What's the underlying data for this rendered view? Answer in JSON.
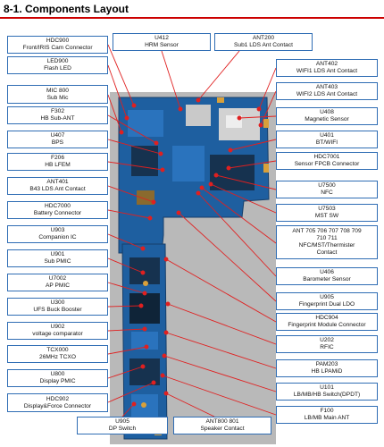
{
  "title": "8-1. Components Layout",
  "colors": {
    "title_rule": "#cc0000",
    "box_border": "#2f6db4",
    "leader_line": "#e02020",
    "pcb": "#1e5fa0",
    "photo_bg": "#b9b9b9"
  },
  "left_labels": [
    {
      "line1": "HDC900",
      "line2": "Front/IRIS Cam Connector"
    },
    {
      "line1": "LED900",
      "line2": "Flash LED"
    },
    {
      "line1": "MIC 800",
      "line2": "Sub Mic"
    },
    {
      "line1": "F302",
      "line2": "HB Sub-ANT"
    },
    {
      "line1": "U407",
      "line2": "BPS"
    },
    {
      "line1": "F206",
      "line2": "HB LFEM"
    },
    {
      "line1": "ANT401",
      "line2": "B43 LDS Ant Contact"
    },
    {
      "line1": "HDC7000",
      "line2": "Battery Connector"
    },
    {
      "line1": "U903",
      "line2": "Companion IC"
    },
    {
      "line1": "U901",
      "line2": "Sub PMIC"
    },
    {
      "line1": "U7002",
      "line2": "AP PMIC"
    },
    {
      "line1": "U300",
      "line2": "UFS Buck Booster"
    },
    {
      "line1": "U902",
      "line2": "voltage comparator"
    },
    {
      "line1": "TCX000",
      "line2": "26MHz TCXO"
    },
    {
      "line1": "U800",
      "line2": "Display PMIC"
    },
    {
      "line1": "HDC902",
      "line2": "Display&Force Connector"
    }
  ],
  "top_labels": [
    {
      "line1": "U412",
      "line2": "HRM Sensor"
    },
    {
      "line1": "ANT200",
      "line2": "Sub1 LDS Ant Contact"
    }
  ],
  "right_labels": [
    {
      "line1": "ANT402",
      "line2": "WIFI1 LDS Ant Contact"
    },
    {
      "line1": "ANT403",
      "line2": "WIFI2 LDS Ant Contact"
    },
    {
      "line1": "U408",
      "line2": "Magnetic Sensor"
    },
    {
      "line1": "U401",
      "line2": "BT/WIFI"
    },
    {
      "line1": "HDC7001",
      "line2": "Sensor FPCB Connector"
    },
    {
      "line1": "U7500",
      "line2": "NFC"
    },
    {
      "line1": "U7503",
      "line2": "MST SW"
    },
    {
      "line1": "ANT 705 706 707 708 709",
      "line2": "710 711",
      "line3": "NFC/MST/Thermister",
      "line4": "Contact"
    },
    {
      "line1": "U406",
      "line2": "Barometer Sensor"
    },
    {
      "line1": "U905",
      "line2": "Fingerprint Dual LDO"
    },
    {
      "line1": "HDC904",
      "line2": "Fingerprint Module Connector"
    },
    {
      "line1": "U202",
      "line2": "RFIC"
    },
    {
      "line1": "PAM203",
      "line2": "HB LPAMiD"
    },
    {
      "line1": "U101",
      "line2": "LB/MB/HB Switch(DPDT)"
    },
    {
      "line1": "F100",
      "line2": "LB/MB Main ANT"
    }
  ],
  "bottom_labels": [
    {
      "line1": "U905",
      "line2": "DP Switch"
    },
    {
      "line1": "ANT800 801",
      "line2": "Speaker Contact"
    }
  ]
}
